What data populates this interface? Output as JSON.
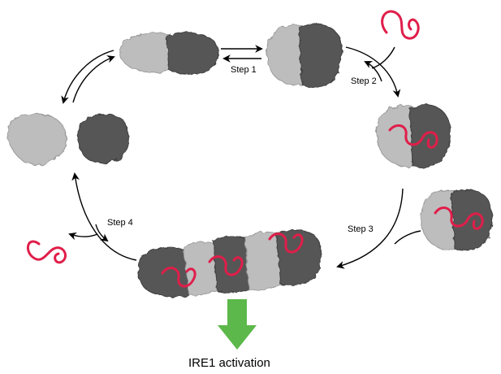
{
  "labels": {
    "step1": "Step 1",
    "step2": "Step 2",
    "step3": "Step 3",
    "step4": "Step 4",
    "activation": "IRE1 activation"
  },
  "colors": {
    "light_protein": "#bdbdbd",
    "dark_protein": "#575757",
    "unfolded_peptide": "#e01e4a",
    "arrow": "#000000",
    "activation_arrow": "#5cb84a"
  },
  "icons": {
    "protein": "protein-surface-icon",
    "peptide": "unfolded-peptide-icon",
    "activation": "down-arrow-icon"
  }
}
